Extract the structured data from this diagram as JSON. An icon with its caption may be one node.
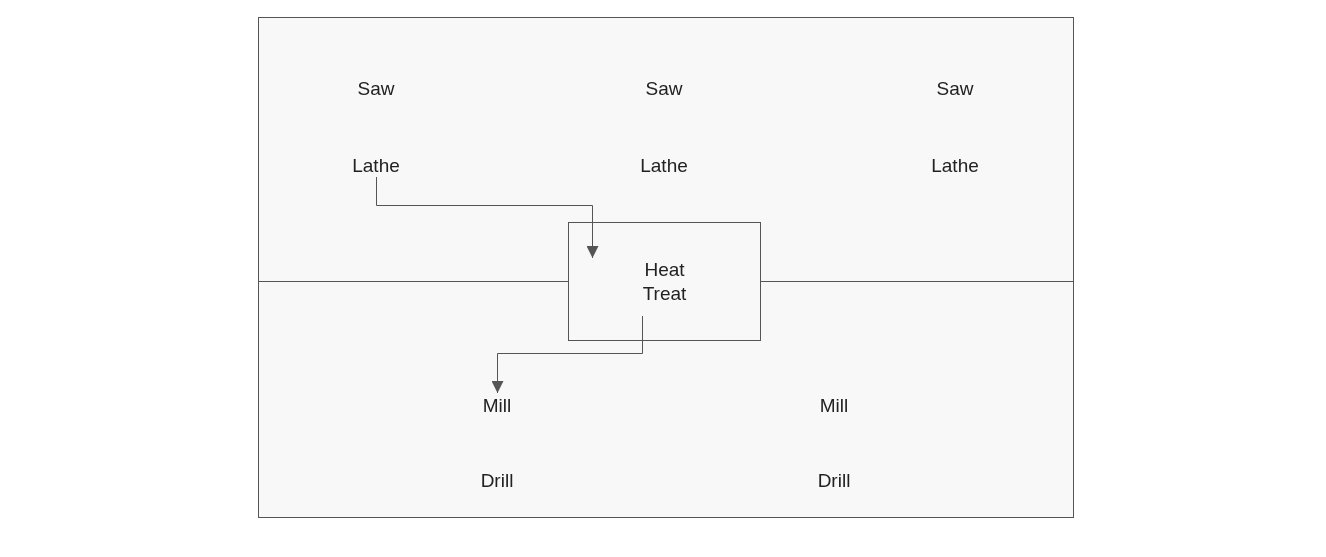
{
  "diagram": {
    "nodes": [
      {
        "text": [
          "Lathe"
        ]
      },
      {
        "text": [
          "Heat Treat"
        ]
      },
      {
        "text": [
          "Mill"
        ]
      }
    ],
    "edges": [
      {
        "from": 0,
        "to": 1,
        "arrow": "to"
      },
      {
        "from": 1,
        "to": 2,
        "arrow": "to"
      }
    ],
    "labels": [
      "Saw",
      "Saw",
      "Saw",
      "Lathe",
      "Lathe",
      "Mill",
      "Drill",
      "Drill"
    ]
  }
}
